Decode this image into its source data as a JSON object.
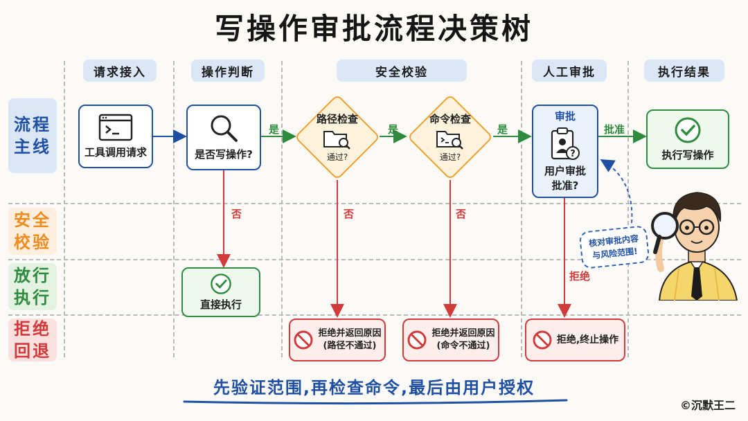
{
  "title": "写操作审批流程决策树",
  "columns": [
    "请求接入",
    "操作判断",
    "安全校验",
    "人工审批",
    "执行结果"
  ],
  "lanes": [
    {
      "label": "流程\n主线",
      "color": "#1f4fa3",
      "bg": "#dbe6f6"
    },
    {
      "label": "安全\n校验",
      "color": "#f08a1c",
      "bg": "#fdeedd"
    },
    {
      "label": "放行\n执行",
      "color": "#2e8b3d",
      "bg": "#e3f2e1"
    },
    {
      "label": "拒绝\n回退",
      "color": "#d23a3a",
      "bg": "#fbe0e0"
    }
  ],
  "nodes": {
    "request": "工具调用请求",
    "write_check": "是否写操作?",
    "path_check": {
      "title": "路径检查",
      "sub": "通过?"
    },
    "cmd_check": {
      "title": "命令检查",
      "sub": "通过?"
    },
    "approval": {
      "title": "审批",
      "line1": "用户审批",
      "line2": "批准?"
    },
    "exec_write": "执行写操作",
    "direct_exec": "直接执行",
    "reject_path": {
      "line1": "拒绝并返回原因",
      "line2": "(路径不通过)"
    },
    "reject_cmd": {
      "line1": "拒绝并返回原因",
      "line2": "(命令不通过)"
    },
    "reject_stop": "拒绝,终止操作"
  },
  "edges": {
    "yes": "是",
    "no": "否",
    "approve": "批准",
    "reject": "拒绝"
  },
  "bubble": {
    "line1": "核对审批内容",
    "line2": "与风险范围!"
  },
  "bottom": "先验证范围,再检查命令,最后由用户授权",
  "copyright": "©沉默王二",
  "colors": {
    "blue": "#1f4fa3",
    "green": "#2e8b3d",
    "orange": "#f0a030",
    "red": "#d23a3a"
  }
}
